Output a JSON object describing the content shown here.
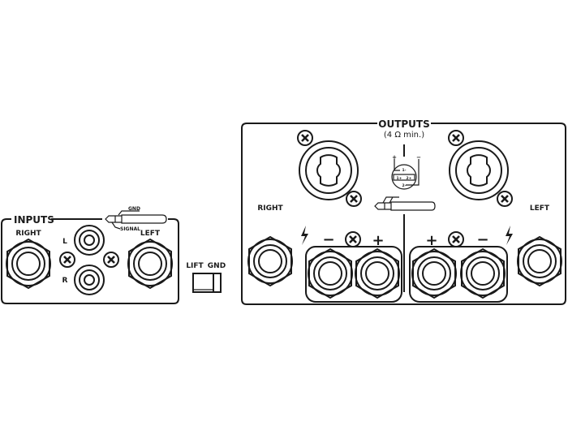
{
  "inputs": {
    "title": "INPUTS",
    "right": "RIGHT",
    "left": "LEFT",
    "rca_left": "L",
    "rca_right": "R",
    "plug_gnd": "GND",
    "plug_signal": "SIGNAL"
  },
  "ground_switch": {
    "lift": "LIFT",
    "gnd": "GND"
  },
  "outputs": {
    "title": "OUTPUTS",
    "subtitle": "(4 Ω min.)",
    "right": "RIGHT",
    "left": "LEFT",
    "minus": "−",
    "plus": "+",
    "pin_plus": "+",
    "pin_minus": "−",
    "pins": [
      "1+",
      "2+",
      "1-",
      "2-"
    ]
  }
}
